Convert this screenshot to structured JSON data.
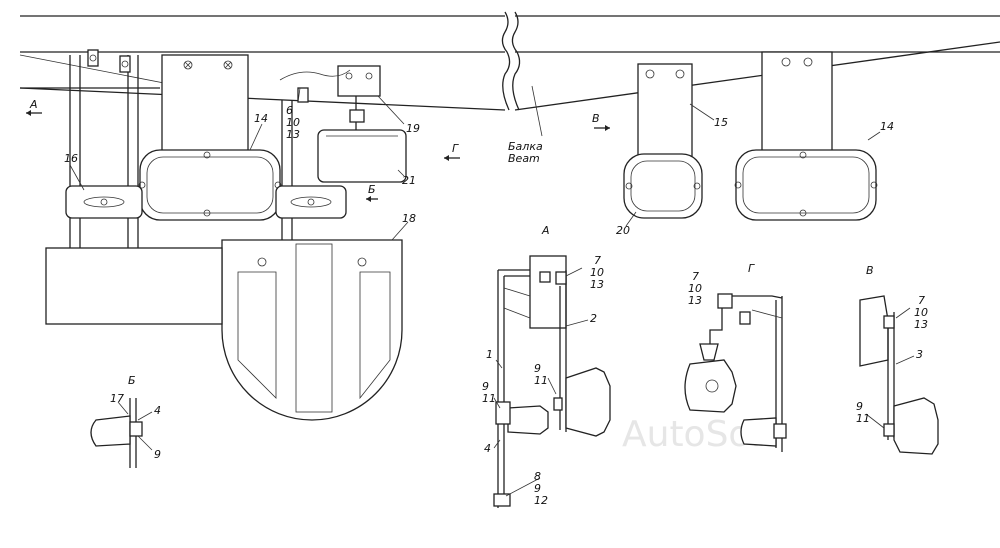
{
  "labels": {
    "A": "А",
    "B": "Б",
    "V": "В",
    "G": "Г",
    "beam": "Балка",
    "beam_en": "Beam",
    "n1": "1",
    "n2": "2",
    "n3": "3",
    "n4": "4",
    "n4b": "4",
    "n6_10_13": [
      "6",
      "10",
      "13"
    ],
    "n7_10_13_a": [
      "7",
      "10",
      "13"
    ],
    "n7_10_13_g": [
      "7",
      "10",
      "13"
    ],
    "n7_10_13_v": [
      "7",
      "10",
      "13"
    ],
    "n8_9_12": [
      "8",
      "9",
      "12"
    ],
    "n9": "9",
    "n9_11_a": [
      "9",
      "11"
    ],
    "n9_11_b": [
      "9",
      "11"
    ],
    "n9_11_v": [
      "9",
      "11"
    ],
    "n14a": "14",
    "n14b": "14",
    "n15": "15",
    "n16": "16",
    "n17": "17",
    "n18": "18",
    "n19": "19",
    "n20": "20",
    "n21": "21",
    "watermark": "AutoSoft"
  }
}
